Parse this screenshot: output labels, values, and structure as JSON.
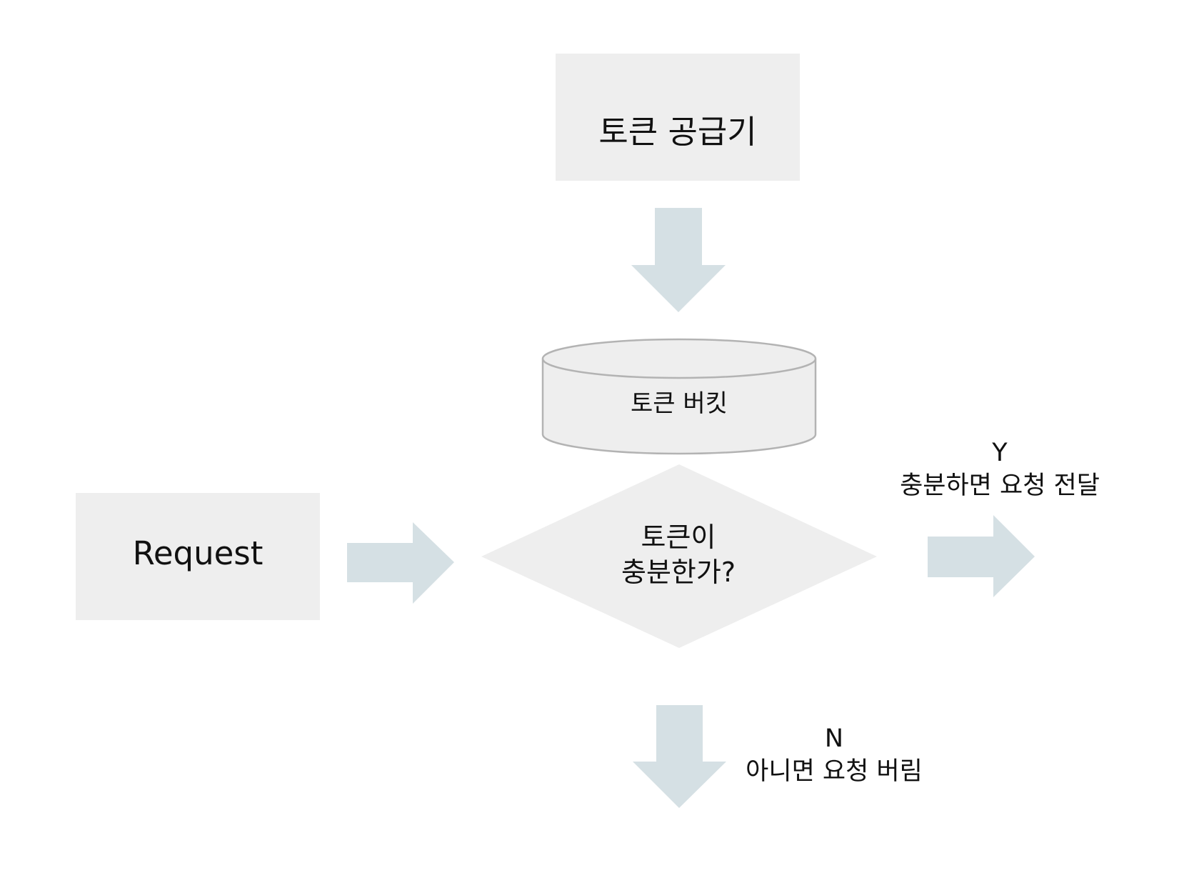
{
  "nodes": {
    "token_supplier": {
      "label": "토큰 공급기"
    },
    "token_bucket": {
      "label": "토큰 버킷"
    },
    "request": {
      "label": "Request"
    },
    "decision": {
      "line1": "토큰이",
      "line2": "충분한가?"
    }
  },
  "branches": {
    "yes": {
      "letter": "Y",
      "text": "충분하면 요청 전달"
    },
    "no": {
      "letter": "N",
      "text": "아니면 요청 버림"
    }
  },
  "colors": {
    "box_fill": "#eeeeee",
    "arrow_fill": "#d5e0e4",
    "bucket_stroke": "#b3b3b3",
    "text": "#111111"
  }
}
